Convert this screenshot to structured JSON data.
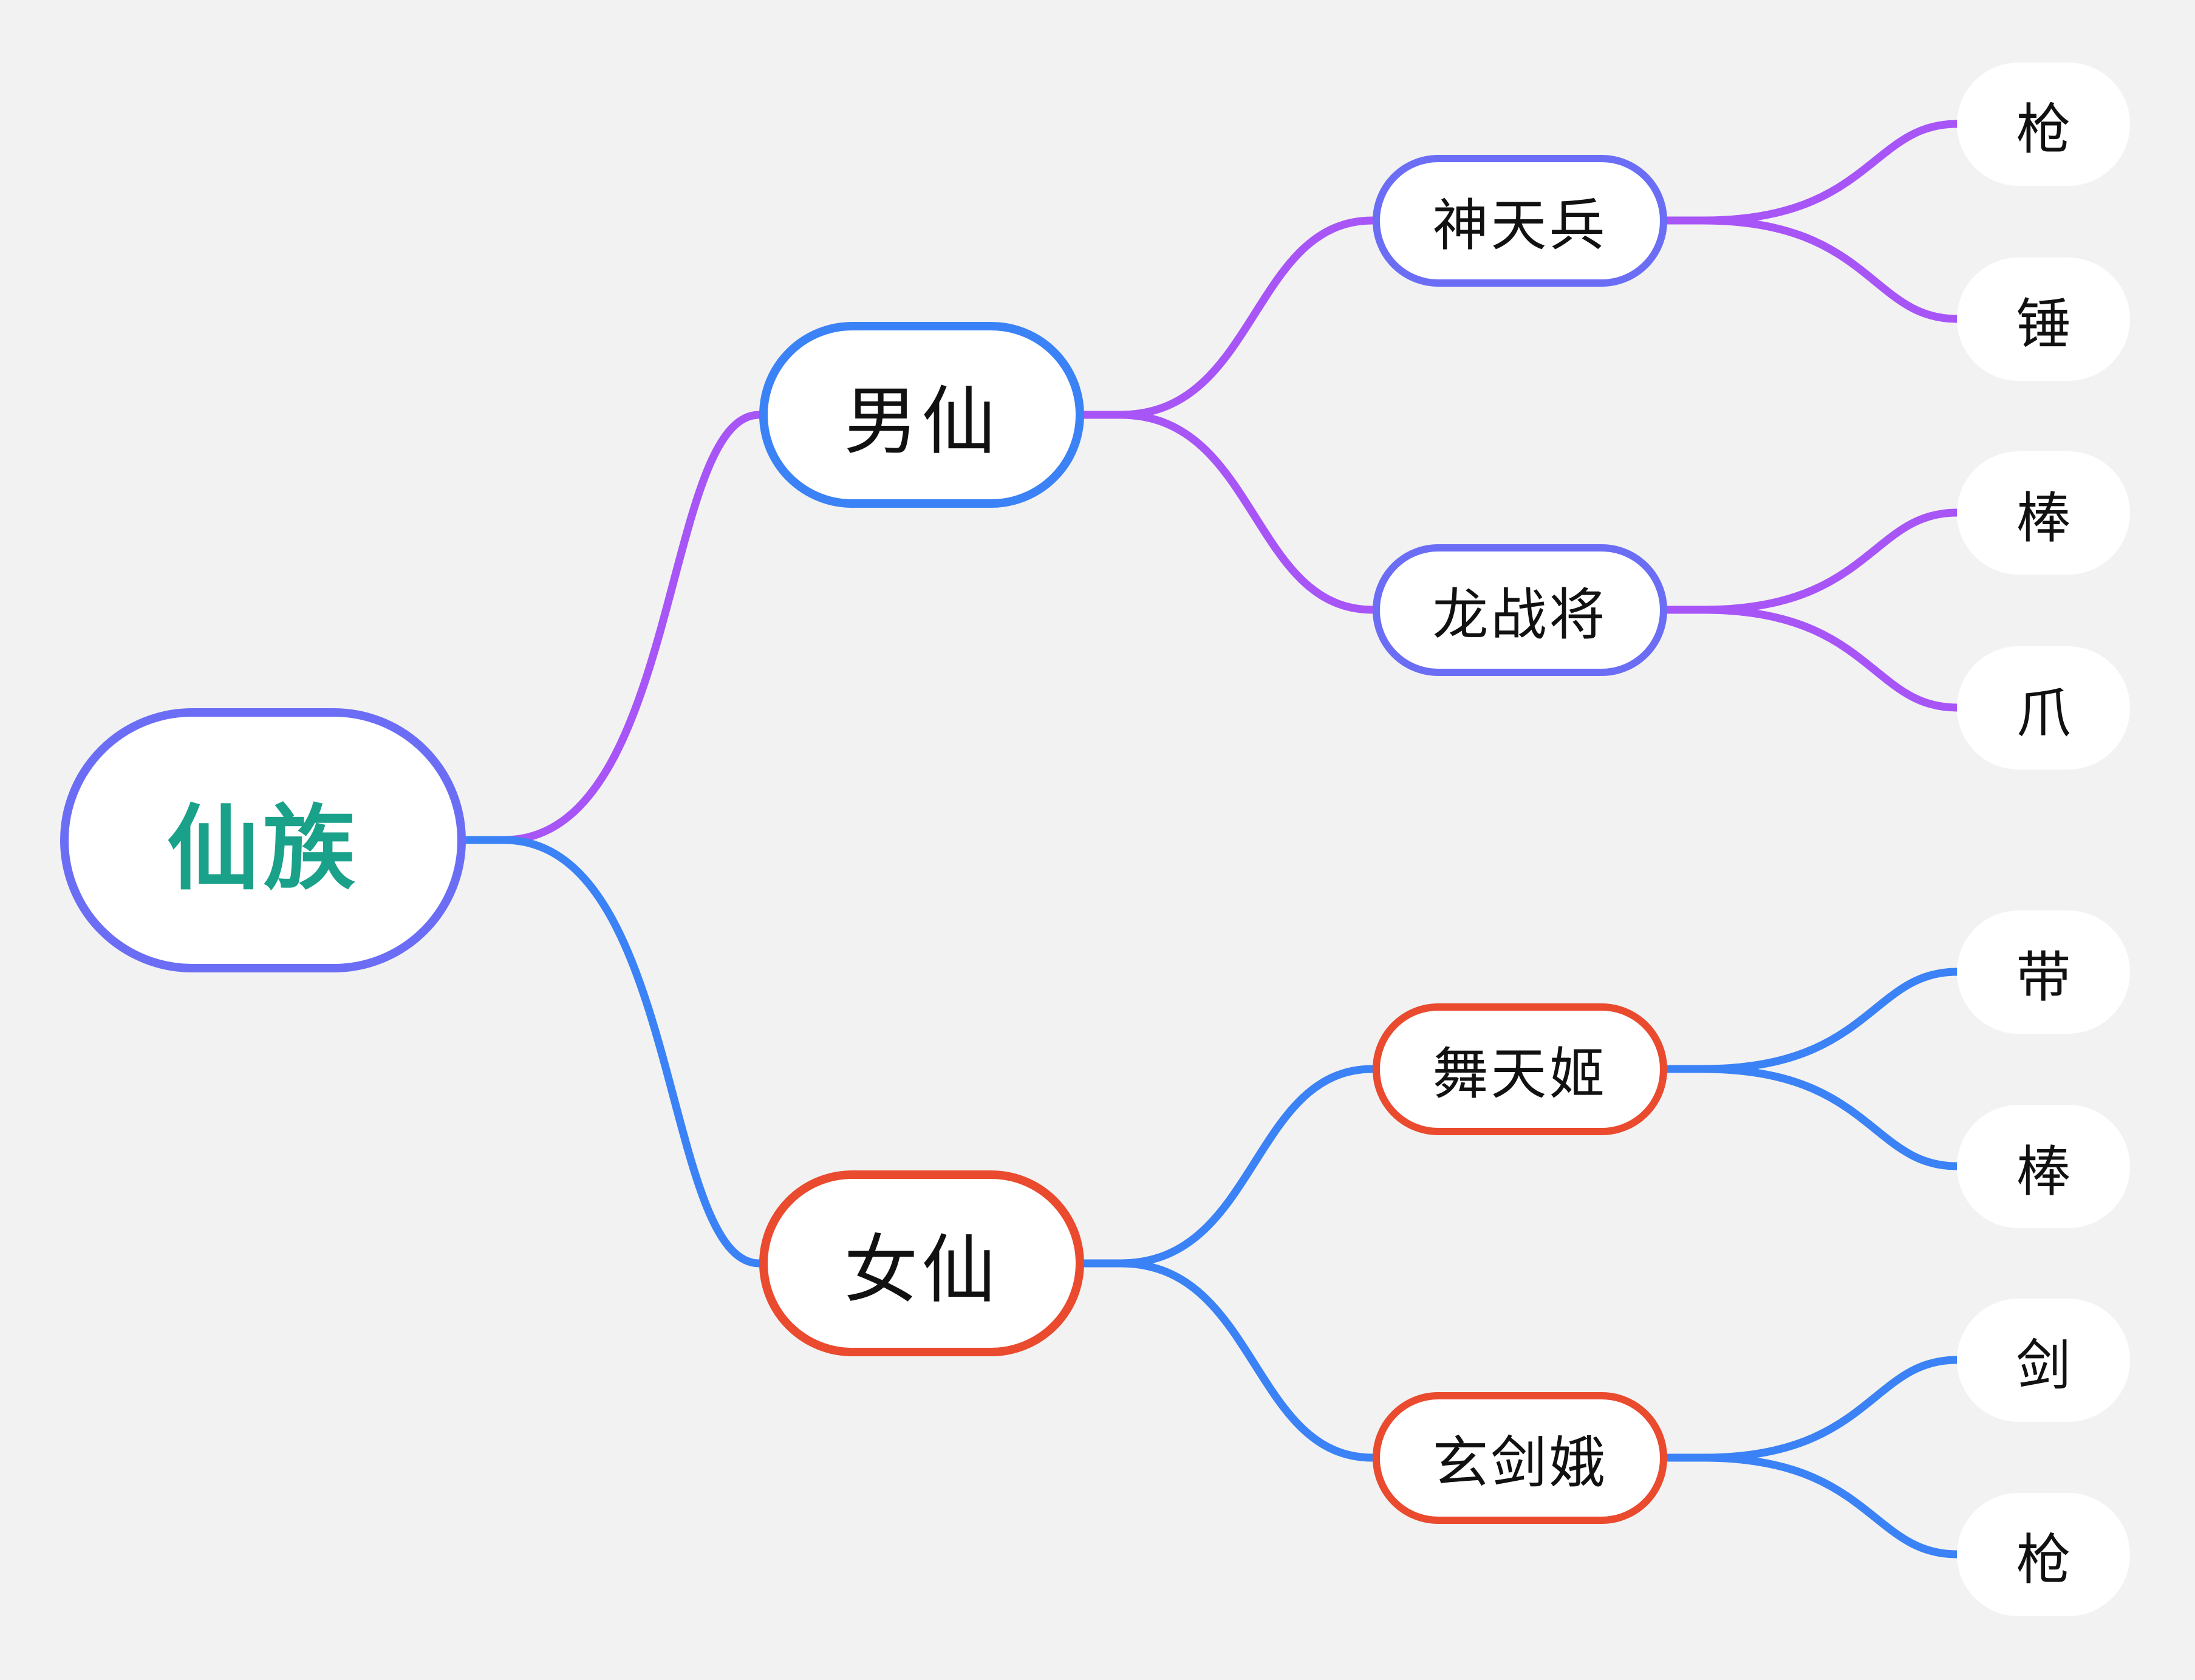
{
  "colors": {
    "background": "#f2f2f2",
    "root_border": "#6b6ef5",
    "root_text": "#1aa18a",
    "male_branch": "#a855f7",
    "female_branch": "#3b82f6",
    "male_border": "#3b82f6",
    "female_border": "#ea4a2e",
    "male_sub_border": "#6b6ef5",
    "female_sub_border": "#ea4a2e"
  },
  "root": {
    "label": "仙族"
  },
  "branches": [
    {
      "label": "男仙",
      "children": [
        {
          "label": "神天兵",
          "children": [
            "枪",
            "锤"
          ]
        },
        {
          "label": "龙战将",
          "children": [
            "棒",
            "爪"
          ]
        }
      ]
    },
    {
      "label": "女仙",
      "children": [
        {
          "label": "舞天姬",
          "children": [
            "带",
            "棒"
          ]
        },
        {
          "label": "玄剑娥",
          "children": [
            "剑",
            "枪"
          ]
        }
      ]
    }
  ]
}
